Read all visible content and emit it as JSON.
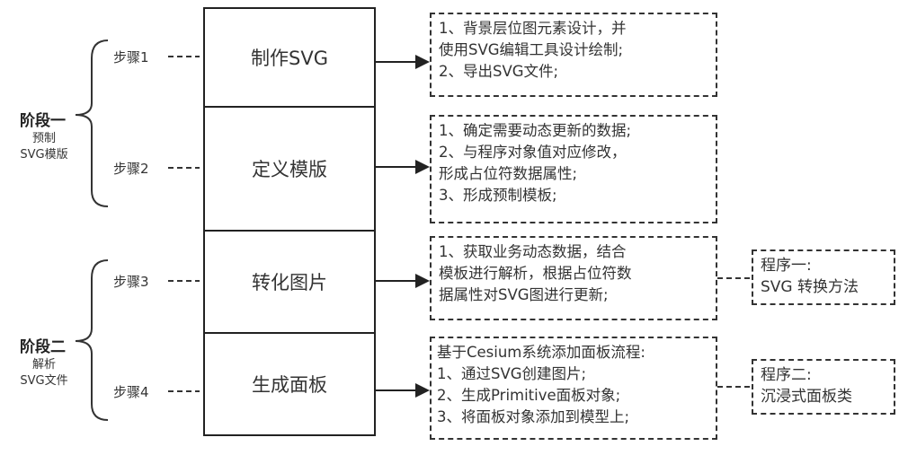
{
  "stages": [
    {
      "title": "阶段一",
      "subtitle": [
        "预制",
        "SVG模版"
      ]
    },
    {
      "title": "阶段二",
      "subtitle": [
        "解析",
        "SVG文件"
      ]
    }
  ],
  "steps": [
    {
      "label": "步骤1",
      "name": "制作SVG",
      "desc": "1、背景层位图元素设计，并\n使用SVG编辑工具设计绘制;\n2、导出SVG文件;"
    },
    {
      "label": "步骤2",
      "name": "定义模版",
      "desc": "1、确定需要动态更新的数据;\n2、与程序对象值对应修改，\n形成占位符数据属性;\n3、形成预制模板;"
    },
    {
      "label": "步骤3",
      "name": "转化图片",
      "desc": "1、获取业务动态数据，结合\n模板进行解析，根据占位符数\n据属性对SVG图进行更新;"
    },
    {
      "label": "步骤4",
      "name": "生成面板",
      "desc": "基于Cesium系统添加面板流程:\n1、通过SVG创建图片;\n2、生成Primitive面板对象;\n3、将面板对象添加到模型上;"
    }
  ],
  "programs": [
    {
      "desc": "程序一:\nSVG 转换方法"
    },
    {
      "desc": "程序二:\n沉浸式面板类"
    }
  ]
}
